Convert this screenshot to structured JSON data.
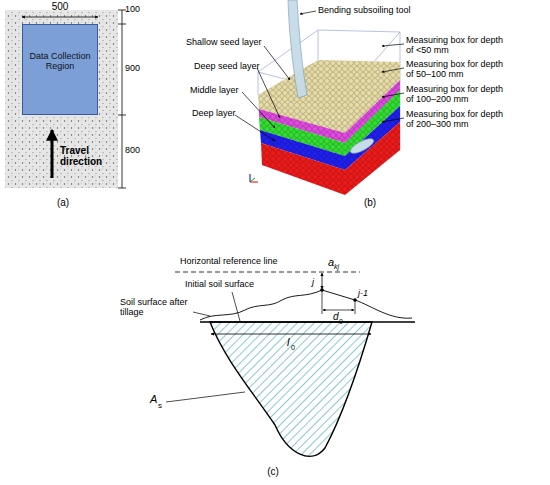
{
  "diagram": {
    "nodes": [
      {
        "text": [
          "Data Collection Region"
        ]
      }
    ],
    "labels": [
      "500",
      "100",
      "900",
      "800",
      "Travel direction",
      "(a)",
      "Bending subsoiling tool",
      "Shallow seed layer",
      "Deep seed layer",
      "Middle layer",
      "Deep layer",
      "Measuring box for depth of <50 mm",
      "Measuring box for depth of 50–100 mm",
      "Measuring box for depth of 100–200 mm",
      "Measuring box for depth of 200–300 mm",
      "(b)",
      "Horizontal reference line",
      "Initial soil surface",
      "Soil surface after tillage",
      "a",
      "kj",
      "j",
      "j-1",
      "d",
      "0",
      "l",
      "0",
      "A",
      "s",
      "(c)"
    ]
  }
}
